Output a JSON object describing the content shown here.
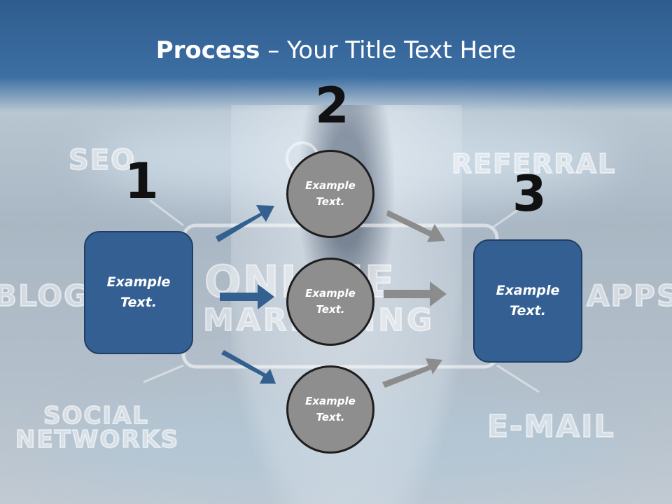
{
  "title": {
    "bold": "Process",
    "rest": " – Your Title Text Here"
  },
  "numbers": [
    "1",
    "2",
    "3"
  ],
  "boxes": [
    {
      "line1": "Example",
      "line2": "Text."
    },
    {
      "line1": "Example",
      "line2": "Text."
    }
  ],
  "circles": [
    {
      "line1": "Example",
      "line2": "Text."
    },
    {
      "line1": "Example",
      "line2": "Text."
    },
    {
      "line1": "Example",
      "line2": "Text."
    }
  ],
  "background_words": [
    "SEO",
    "REFERRAL",
    "BLOG",
    "APPS",
    "ONLINE",
    "MARKETING",
    "SOCIAL",
    "NETWORKS",
    "E-MAIL"
  ],
  "colors": {
    "box": "#345f93",
    "circle": "#8e8e8e",
    "arrow_blue": "#34608f",
    "arrow_gray": "#8c8c8c"
  }
}
